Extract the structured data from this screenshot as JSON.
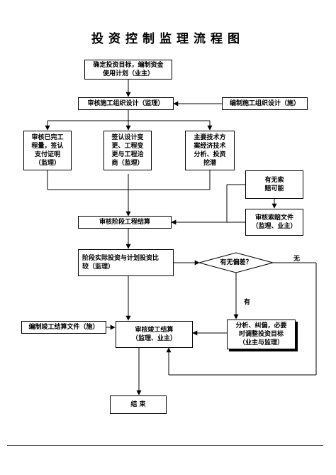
{
  "title": "投资控制监理流程图",
  "nodes": {
    "determine_target": "确定投资目标，编制资金\n使用计划（业主）",
    "review_construction_design": "审核施工组织设计（监理）",
    "prepare_construction_design": "编制施工组织设计（施）",
    "review_completed_work": "审核已完工\n程量，签认\n支付证明\n（监理）",
    "sign_design_change": "签认设计变\n更、工程变\n更与工程洽\n商（监理）",
    "technical_economic": "主要技术方\n案经济技术\n分析、投资\n挖潜",
    "claim_possible": "有无索\n赔可能",
    "review_claim_docs": "审核索赔文件\n（监理、业主）",
    "review_stage_settlement": "审核阶段工程结算",
    "compare_investment": "阶段实际投资与计划投资比\n较（监理）",
    "deviation_check": "有无偏差？",
    "prepare_final_settlement": "编制竣工结算文件（施）",
    "review_final_settlement": "审核竣工结算\n（监理、业主）",
    "analyze_correct": "分析、纠偏，必要\n时调整投资目标\n（业主与监理）",
    "end": "结    束"
  },
  "labels": {
    "no": "无",
    "yes": "有"
  }
}
